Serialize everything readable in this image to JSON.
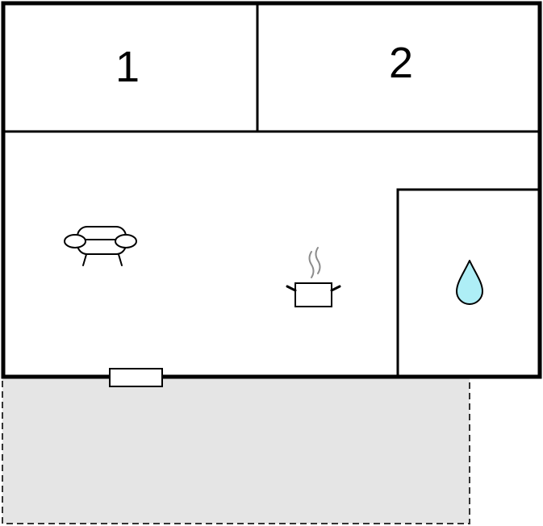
{
  "floorplan": {
    "rooms": [
      {
        "id": "bedroom-1",
        "label": "1"
      },
      {
        "id": "bedroom-2",
        "label": "2"
      }
    ],
    "icons": {
      "living": "sofa-icon",
      "kitchen": "cooking-pot-icon",
      "bathroom": "water-drop-icon"
    },
    "colors": {
      "wall": "#000000",
      "terrace_fill": "#e5e5e5",
      "terrace_border": "#333333",
      "water_drop": "#aeeef6",
      "steam": "#8c8c8c",
      "background": "#ffffff"
    }
  }
}
